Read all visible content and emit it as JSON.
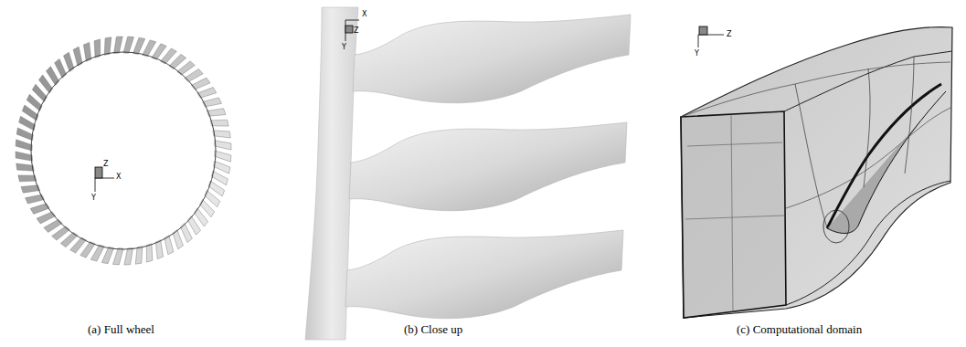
{
  "diagram": {
    "labels": [
      "Z",
      "X",
      "Y",
      "(a) Full wheel",
      "X",
      "Z",
      "Y",
      "(b) Close up",
      "Z",
      "Y",
      "(c) Computational domain"
    ]
  }
}
